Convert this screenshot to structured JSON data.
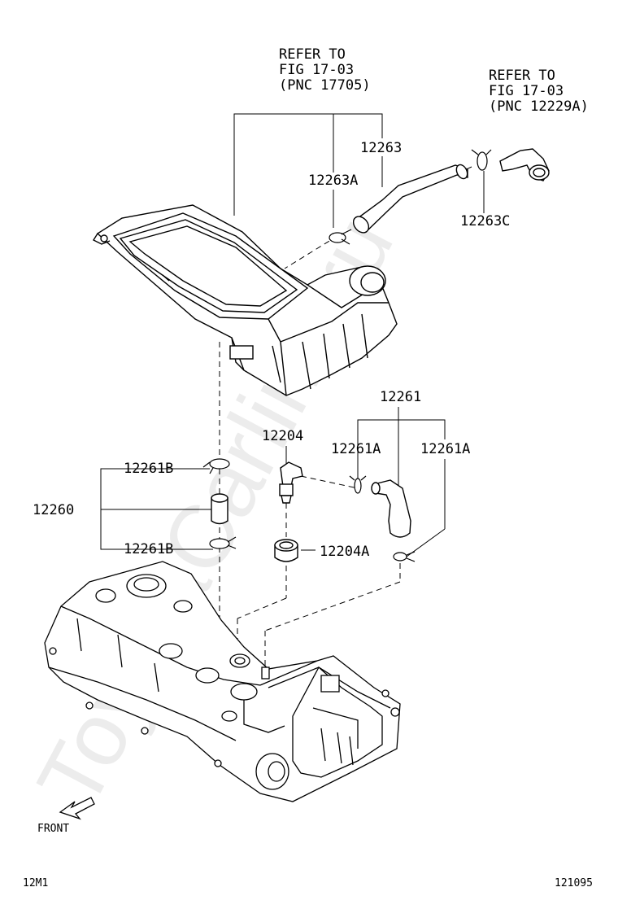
{
  "refs": {
    "top": [
      "REFER TO",
      "FIG 17-03",
      "(PNC 17705)"
    ],
    "right": [
      "REFER TO",
      "FIG 17-03",
      "(PNC 12229A)"
    ]
  },
  "labels": {
    "p12263": "12263",
    "p12263A": "12263A",
    "p12263C": "12263C",
    "p12261": "12261",
    "p12261A_left": "12261A",
    "p12261A_right": "12261A",
    "p12204": "12204",
    "p12204A": "12204A",
    "p12261B_top": "12261B",
    "p12261B_bottom": "12261B",
    "p12260": "12260"
  },
  "front_label": "FRONT",
  "footer": {
    "left": "12M1",
    "right": "121095"
  },
  "watermark": "ToyotaCarline.ru",
  "colors": {
    "line": "#000000",
    "background": "#ffffff"
  }
}
